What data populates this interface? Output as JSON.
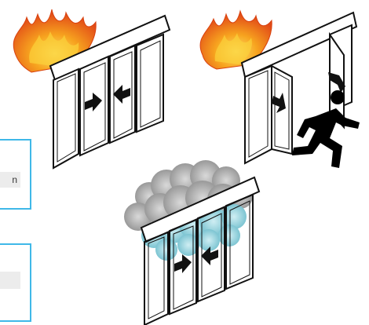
{
  "illustrations": [
    {
      "name": "sliding-door-fire-closed",
      "hazard": "fire",
      "state": "closing"
    },
    {
      "name": "sliding-door-fire-escape",
      "hazard": "fire",
      "state": "breakout-open"
    },
    {
      "name": "sliding-door-smoke-closed",
      "hazard": "smoke",
      "state": "closing"
    }
  ],
  "cards": [
    {
      "field_text": "n"
    },
    {
      "field_text": ""
    }
  ],
  "colors": {
    "flame_outer": "#e8541a",
    "flame_mid": "#f59a1e",
    "flame_inner": "#fbd23a",
    "smoke": "#9a9a9a",
    "smoke_teal": "#7fc6d2",
    "card_border": "#3fb8e8",
    "line": "#111111"
  },
  "icons": [
    "flame-icon",
    "smoke-cloud-icon",
    "arrow-right-icon",
    "arrow-left-icon",
    "running-person-icon"
  ]
}
